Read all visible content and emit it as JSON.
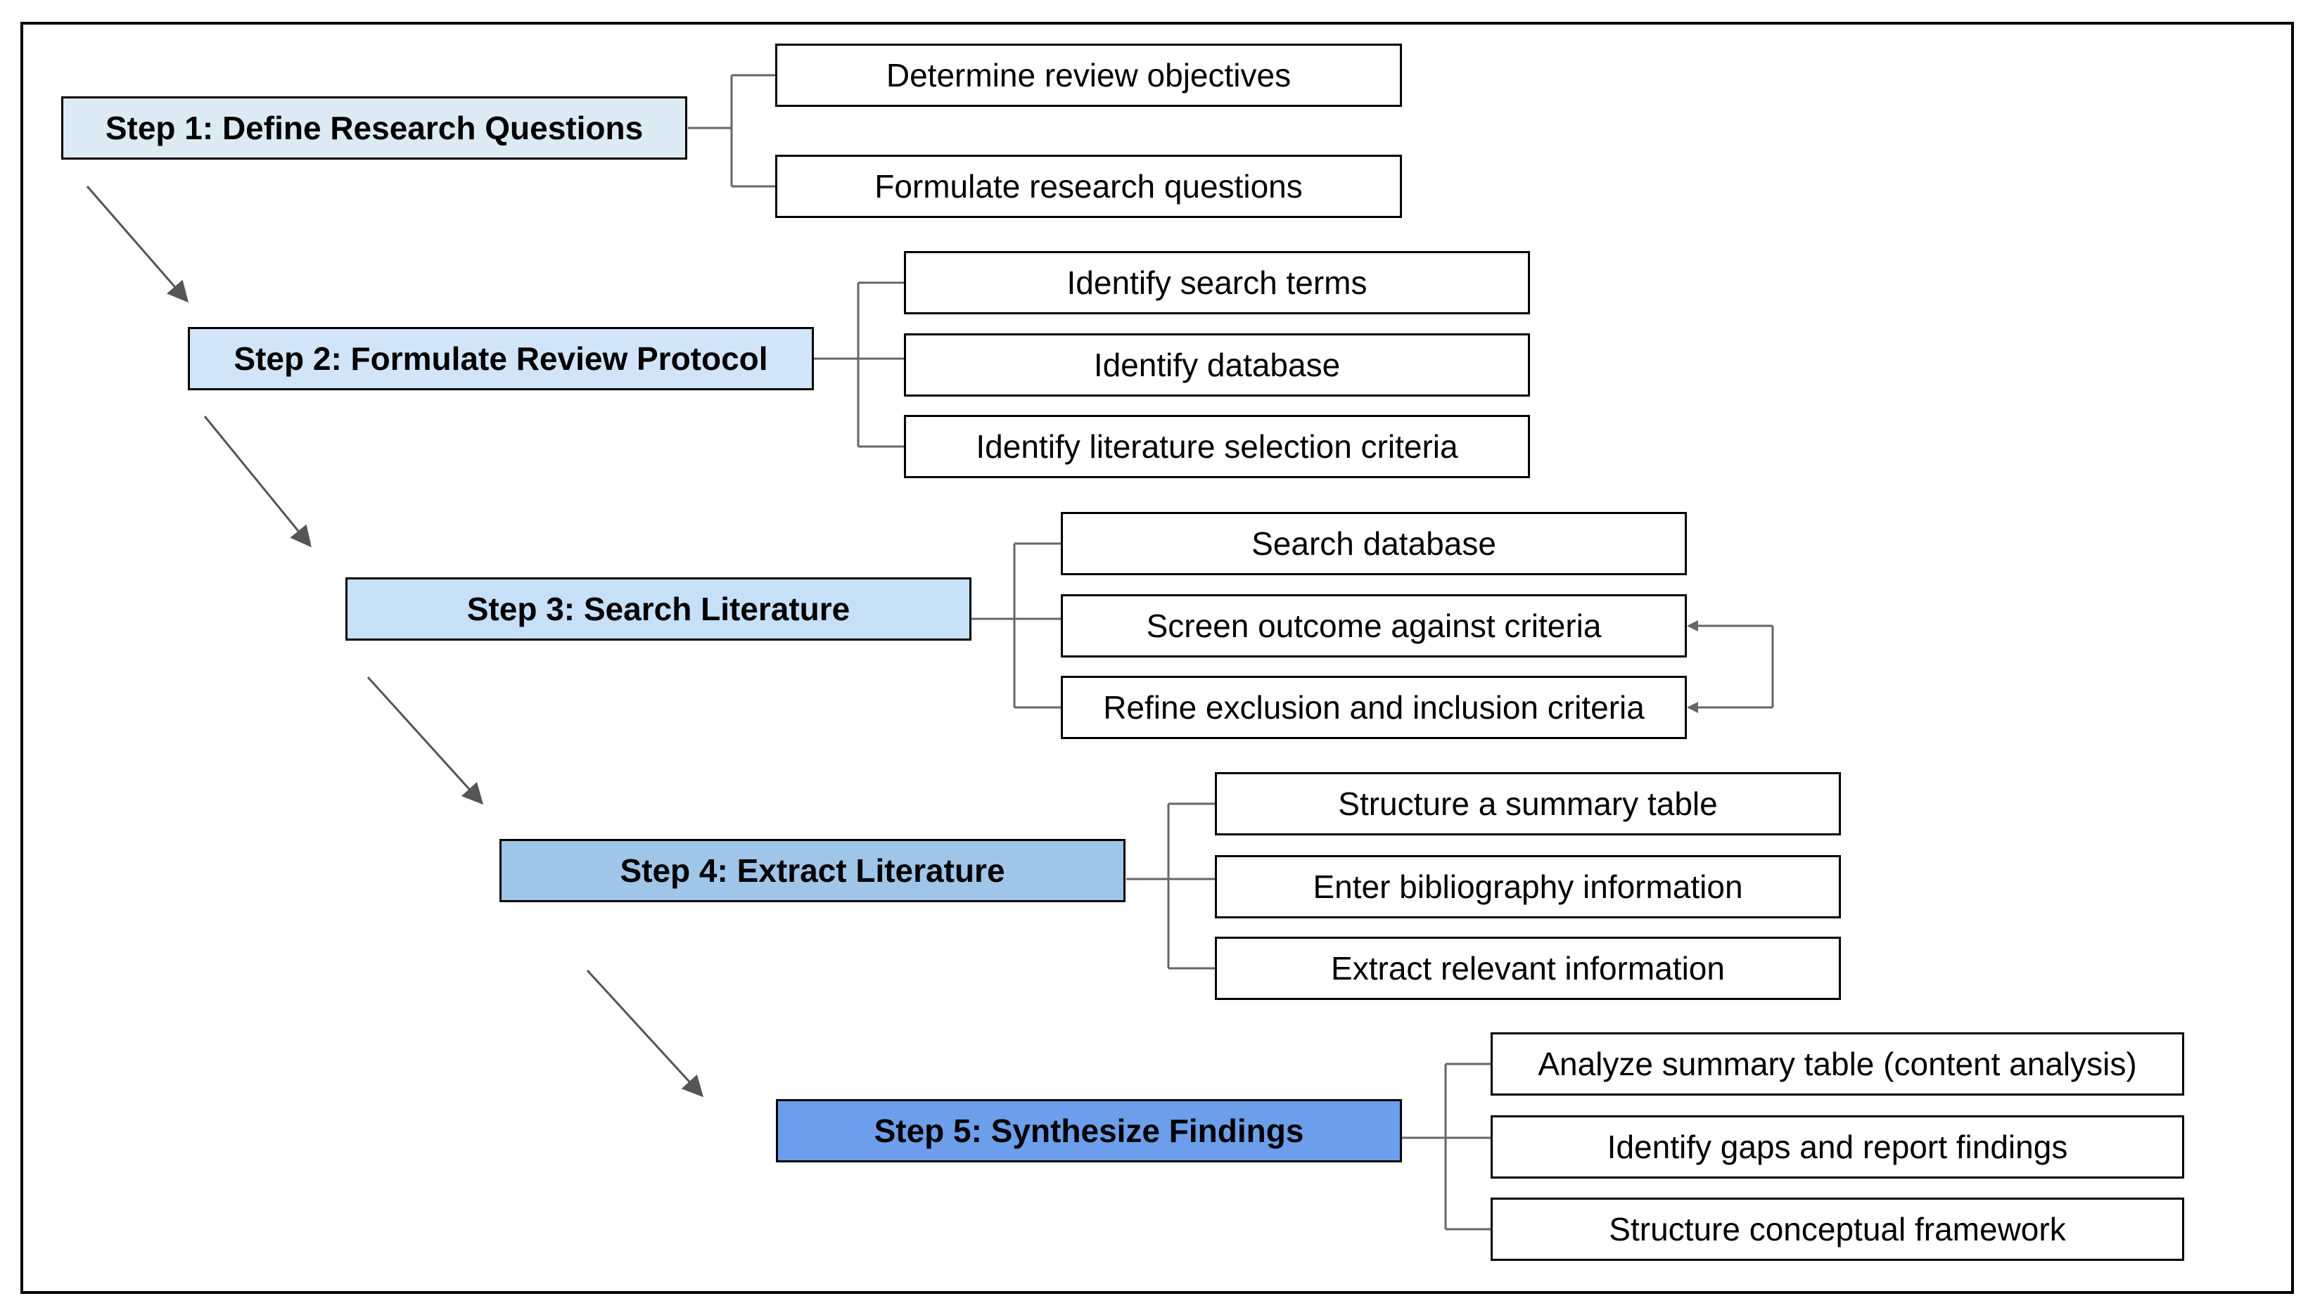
{
  "diagram": {
    "steps": [
      {
        "label": "Step 1: Define Research Questions",
        "color": "#dbeaf3",
        "items": [
          "Determine review objectives",
          "Formulate research questions"
        ]
      },
      {
        "label": "Step 2: Formulate Review Protocol",
        "color": "#d2e5f8",
        "items": [
          "Identify search terms",
          "Identify database",
          "Identify literature selection criteria"
        ]
      },
      {
        "label": "Step 3: Search Literature",
        "color": "#c6e0f7",
        "items": [
          "Search database",
          "Screen outcome against criteria",
          "Refine exclusion and inclusion criteria"
        ]
      },
      {
        "label": "Step 4: Extract Literature",
        "color": "#9fc5e8",
        "items": [
          "Structure a summary table",
          "Enter bibliography information",
          "Extract relevant information"
        ]
      },
      {
        "label": "Step 5: Synthesize Findings",
        "color": "#6d9eeb",
        "items": [
          "Analyze summary table (content analysis)",
          "Identify gaps and report findings",
          "Structure conceptual framework"
        ]
      }
    ]
  }
}
